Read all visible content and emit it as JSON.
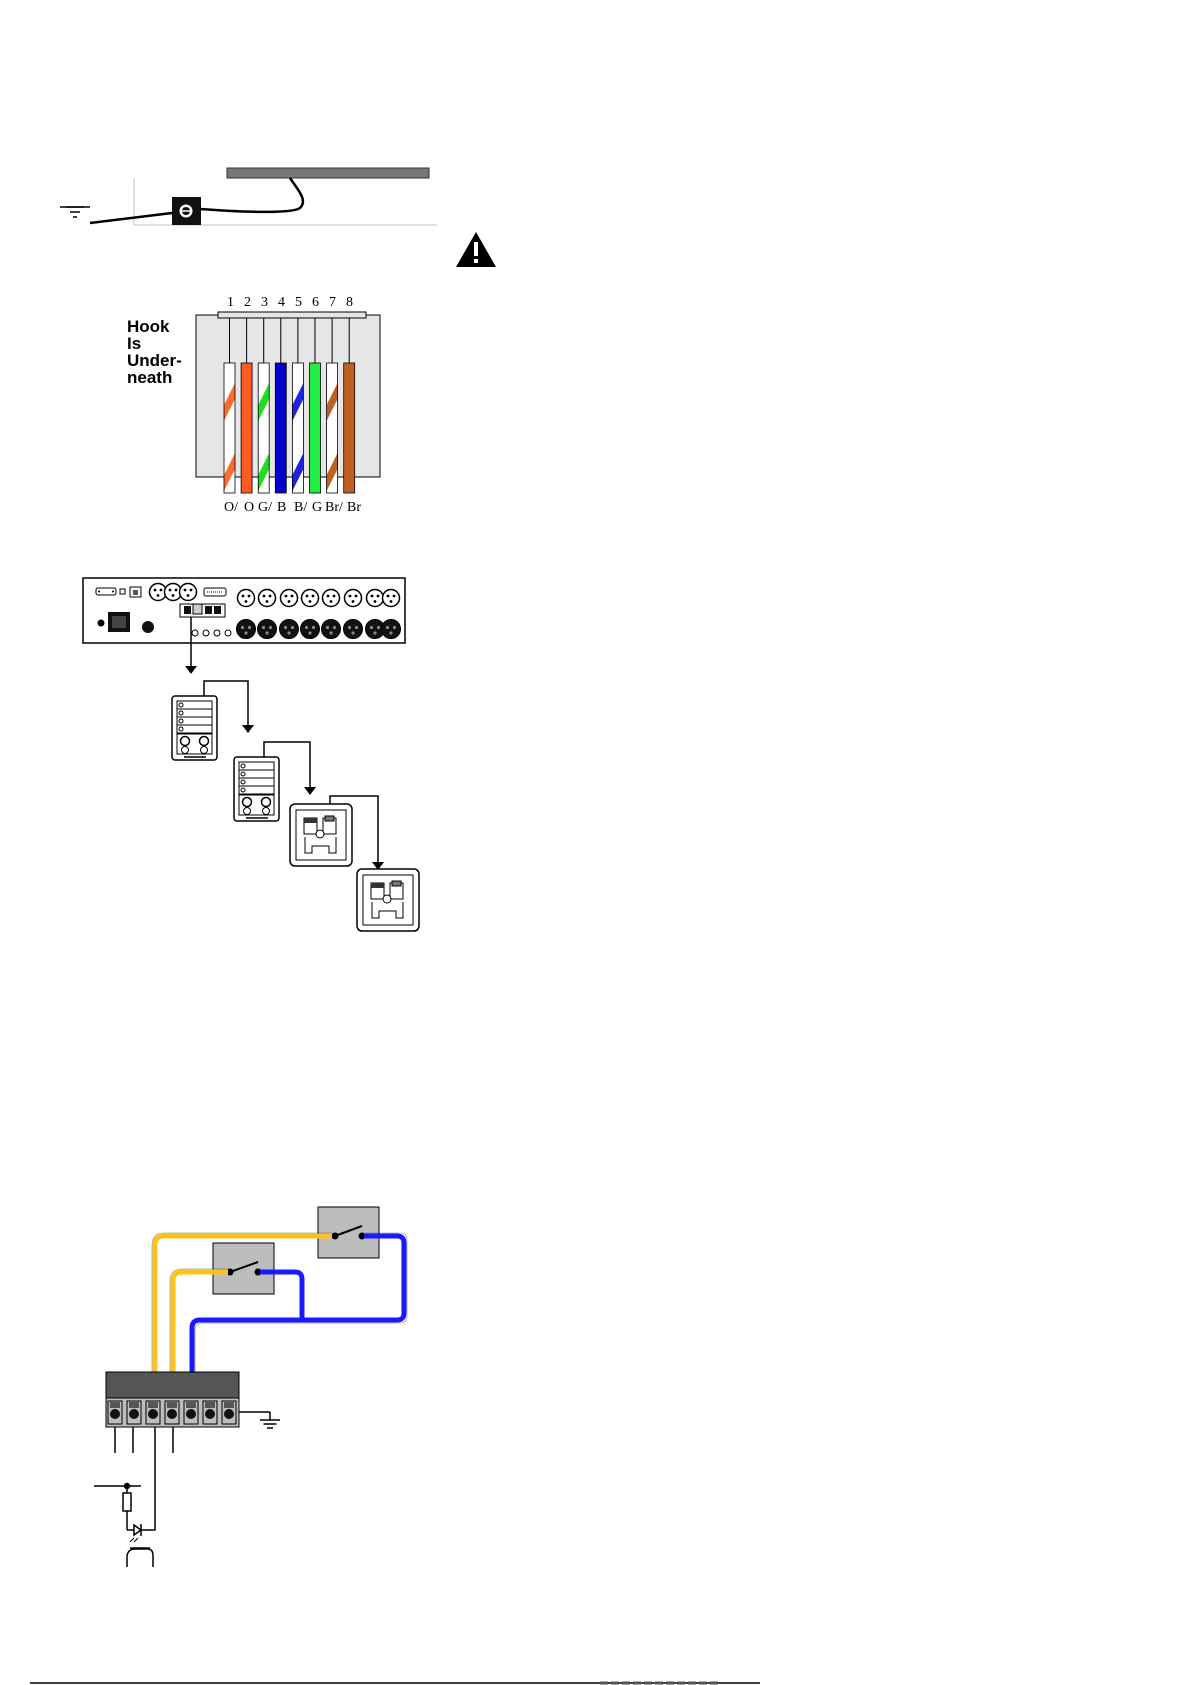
{
  "hook_note": [
    "Hook",
    "Is",
    "Under-",
    "neath"
  ],
  "pin_numbers": [
    "1",
    "2",
    "3",
    "4",
    "5",
    "6",
    "7",
    "8"
  ],
  "wire_labels": [
    "O/",
    "O",
    "G/",
    "B",
    "B/",
    "G",
    "Br/",
    "Br"
  ],
  "wires": [
    {
      "base": "#ffffff",
      "stripe": "#ff6a33"
    },
    {
      "base": "#ff5a22",
      "stripe": null
    },
    {
      "base": "#ffffff",
      "stripe": "#22dd22"
    },
    {
      "base": "#0000cc",
      "stripe": null
    },
    {
      "base": "#ffffff",
      "stripe": "#2222dd"
    },
    {
      "base": "#22ee44",
      "stripe": null
    },
    {
      "base": "#ffffff",
      "stripe": "#c06020"
    },
    {
      "base": "#c06020",
      "stripe": null
    }
  ],
  "colors": {
    "yellow_wire": "#ffc21a",
    "blue_wire": "#1a1aff",
    "panel_gray": "#bdbdbd",
    "dark_gray": "#555555"
  },
  "icons": {
    "warning": "warning-triangle-icon",
    "ground": "ground-symbol-icon"
  }
}
